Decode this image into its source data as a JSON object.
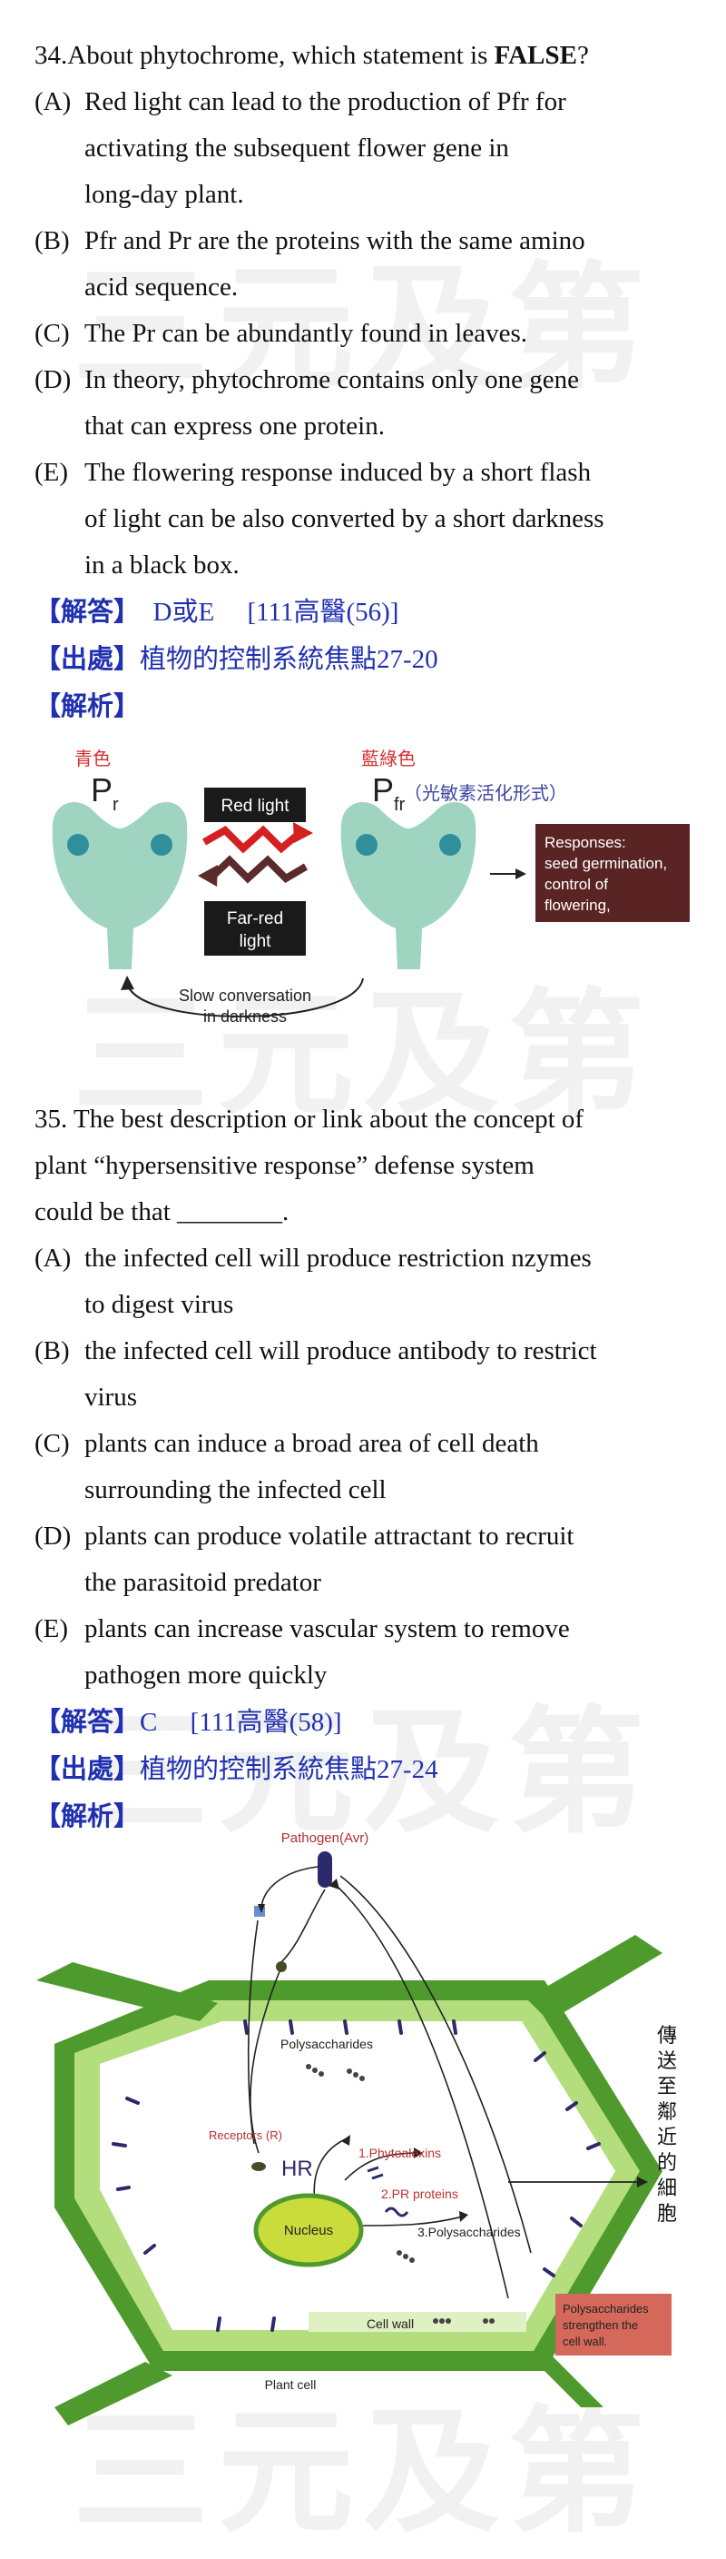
{
  "watermark": "三元及第",
  "q34": {
    "number": "34.",
    "stem_pre": "About phytochrome, which statement is ",
    "stem_bold": "FALSE",
    "stem_post": "?",
    "options": [
      {
        "label": "(A)",
        "lines": [
          "Red light can lead to the production of Pfr for",
          "activating the subsequent flower gene in",
          "long-day plant."
        ]
      },
      {
        "label": "(B)",
        "lines": [
          "Pfr and Pr are the proteins with the same amino",
          "acid sequence."
        ]
      },
      {
        "label": "(C)",
        "lines": [
          "The Pr can be abundantly found in leaves."
        ]
      },
      {
        "label": "(D)",
        "lines": [
          "In theory, phytochrome contains only one gene",
          "that can express one protein."
        ]
      },
      {
        "label": "(E)",
        "lines": [
          "The flowering response induced by a short flash",
          "of light can be also converted by a short darkness",
          "in a black box."
        ]
      }
    ],
    "answer_tag": "【解答】",
    "answer_value": "D或E",
    "answer_ref": "[111高醫(56)]",
    "source_tag": "【出處】",
    "source_value": "植物的控制系統焦點27-20",
    "analysis_tag": "【解析】"
  },
  "fig34": {
    "pr_color_label": "青色",
    "pr_symbol": "P",
    "pr_sub": "r",
    "pfr_color_label": "藍綠色",
    "pfr_symbol": "P",
    "pfr_sub": "fr",
    "pfr_note": "（光敏素活化形式）",
    "red_light": "Red light",
    "far_red_1": "Far-red",
    "far_red_2": "light",
    "responses": [
      "Responses:",
      "seed germination,",
      "control of",
      "flowering,"
    ],
    "slow_1": "Slow conversation",
    "slow_2": "in darkness",
    "colors": {
      "protein": "#9fd5c0",
      "dot": "#2f8f9a",
      "dark_box": "#5b2424",
      "red_zig": "#d42020",
      "dark_zig": "#5b2a2a"
    }
  },
  "q35": {
    "stem_lines": [
      "35. The best description or link about the concept of",
      "plant “hypersensitive response” defense system",
      "could be that ________."
    ],
    "options": [
      {
        "label": "(A)",
        "lines": [
          "the infected cell will produce restriction nzymes",
          "to digest virus"
        ]
      },
      {
        "label": "(B)",
        "lines": [
          "the infected cell will produce antibody to restrict",
          "virus"
        ]
      },
      {
        "label": "(C)",
        "lines": [
          "plants can induce a broad area of cell death",
          "surrounding the infected cell"
        ]
      },
      {
        "label": "(D)",
        "lines": [
          "plants can produce volatile attractant to recruit",
          "the parasitoid predator"
        ]
      },
      {
        "label": "(E)",
        "lines": [
          "plants can increase vascular system to remove",
          "pathogen more quickly"
        ]
      }
    ],
    "answer_tag": "【解答】",
    "answer_value": "C",
    "answer_ref": "[111高醫(58)]",
    "source_tag": "【出處】",
    "source_value": "植物的控制系統焦點27-24",
    "analysis_tag": "【解析】"
  },
  "fig35": {
    "pathogen": "Pathogen(Avr)",
    "polysaccharides": "Polysaccharides",
    "receptors": "Receptors (R)",
    "hr": "HR",
    "phytoalexins": "1.Phytoalexins",
    "pr_proteins": "2.PR proteins",
    "poly3": "3.Polysaccharides",
    "nucleus": "Nucleus",
    "cell_wall": "Cell wall",
    "plant_cell": "Plant cell",
    "vertical": [
      "傳",
      "送",
      "至",
      "鄰",
      "近",
      "的",
      "細",
      "胞"
    ],
    "strengthen": [
      "Polysaccharides",
      "strengthen the",
      "cell wall."
    ],
    "colors": {
      "wall_dark": "#4f9a2c",
      "wall_light": "#b4de7e",
      "wall_pale": "#dff0c2",
      "nucleus": "#c9dc3c",
      "box": "#d4685a",
      "pathogen": "#2d2a6b"
    }
  }
}
